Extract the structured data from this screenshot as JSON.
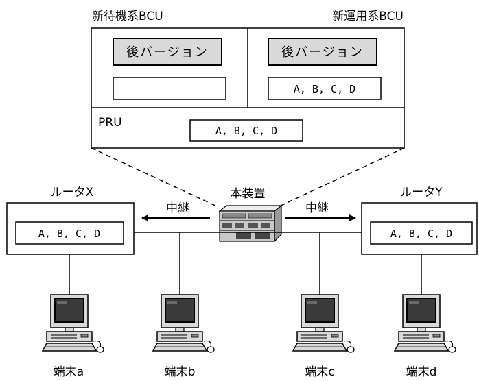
{
  "standby_bcu": {
    "title": "新待機系BCU",
    "version_label": "後バージョン",
    "routes": ""
  },
  "active_bcu": {
    "title": "新運用系BCU",
    "version_label": "後バージョン",
    "routes": "A, B, C, D"
  },
  "pru": {
    "title": "PRU",
    "routes": "A, B, C, D"
  },
  "device": {
    "title": "本装置"
  },
  "router_x": {
    "title": "ルータX",
    "routes": "A, B, C, D"
  },
  "router_y": {
    "title": "ルータY",
    "routes": "A, B, C, D"
  },
  "relay_left": "中継",
  "relay_right": "中継",
  "terminals": [
    {
      "label": "端末a"
    },
    {
      "label": "端末b"
    },
    {
      "label": "端末c"
    },
    {
      "label": "端末d"
    }
  ]
}
